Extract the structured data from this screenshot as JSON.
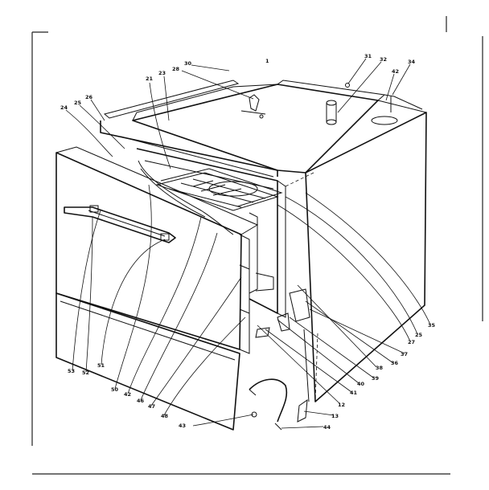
{
  "labels": {
    "l1": "1",
    "l21": "21",
    "l23": "23",
    "l24": "24",
    "l25": "25",
    "l26": "26",
    "l28": "28",
    "l30": "30",
    "l31": "31",
    "l32": "32",
    "l34": "34",
    "l42a": "42",
    "l35": "35",
    "l25b": "25",
    "l27": "27",
    "l37": "37",
    "l36": "36",
    "l38": "38",
    "l39": "39",
    "l40": "40",
    "l41": "41",
    "l12": "12",
    "l13": "13",
    "l44": "44",
    "l43": "43",
    "l48": "48",
    "l47": "47",
    "l46": "46",
    "l42b": "42",
    "l50": "50",
    "l51": "51",
    "l52": "52",
    "l53": "53"
  }
}
